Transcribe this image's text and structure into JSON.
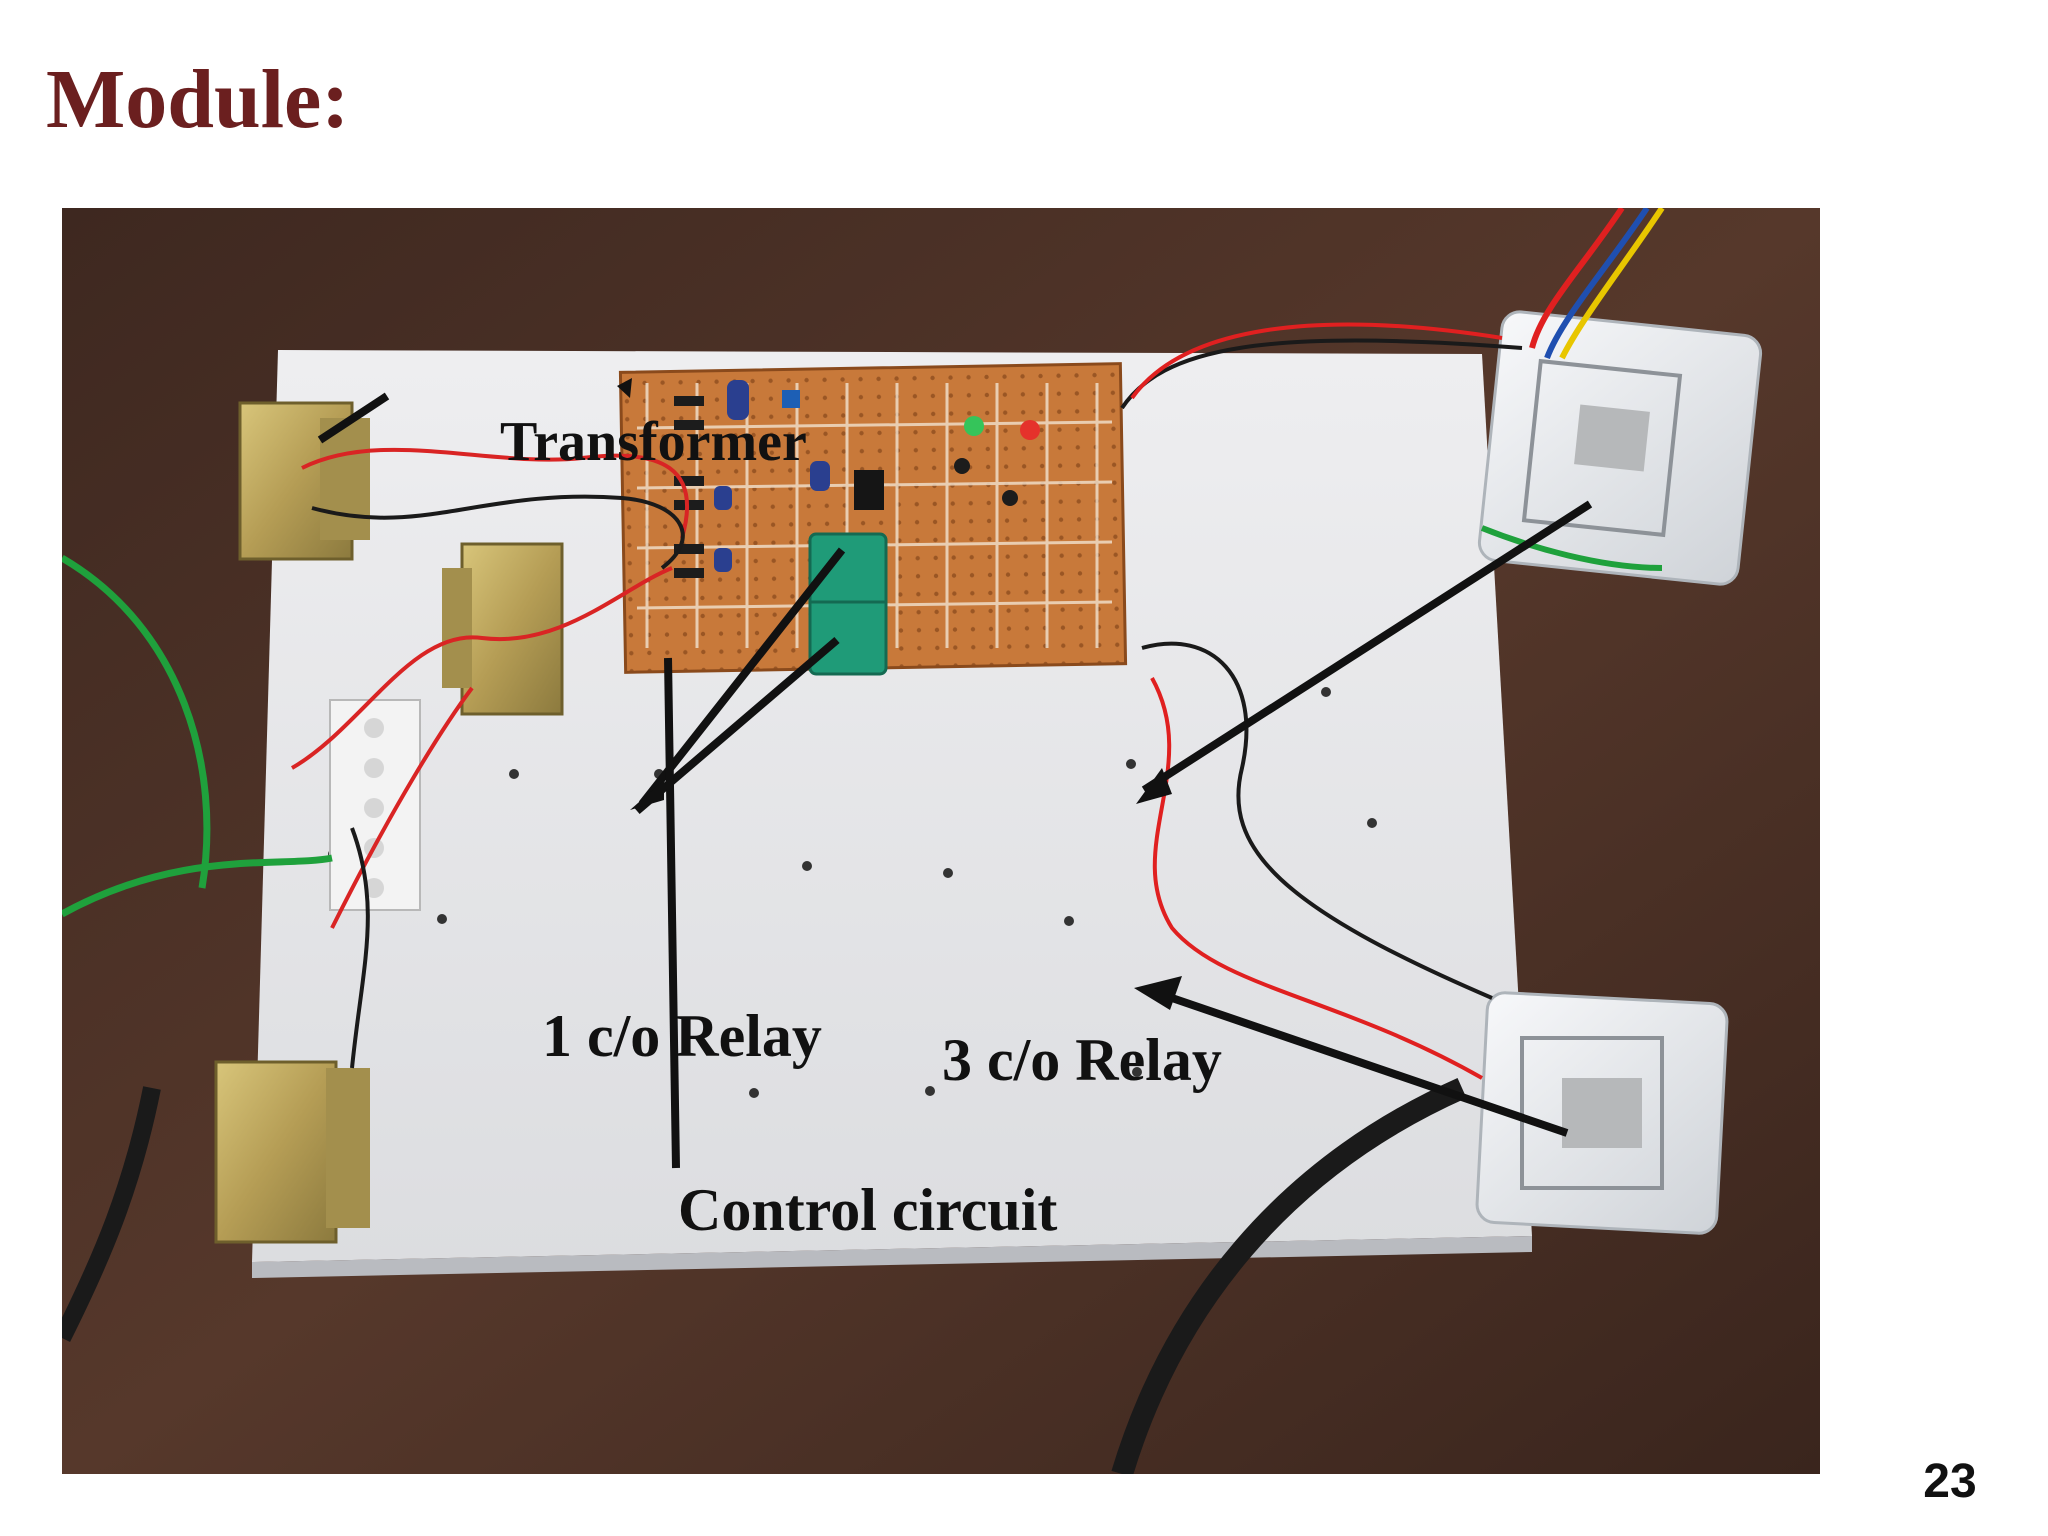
{
  "slide": {
    "title": "Module:",
    "page_number": "23"
  },
  "photo": {
    "labels": {
      "transformer": "Transformer",
      "relay_1co": "1 c/o Relay",
      "relay_3co": "3 c/o Relay",
      "control_circuit": "Control circuit"
    }
  },
  "colors": {
    "title": "#6b1f1f",
    "table_wood": "#4a2f24",
    "board": "#e8e8ea",
    "pcb": "#c8793a",
    "transformer_body": "#b9a35a",
    "relay_green": "#1f9b78",
    "annotation": "#111111"
  }
}
